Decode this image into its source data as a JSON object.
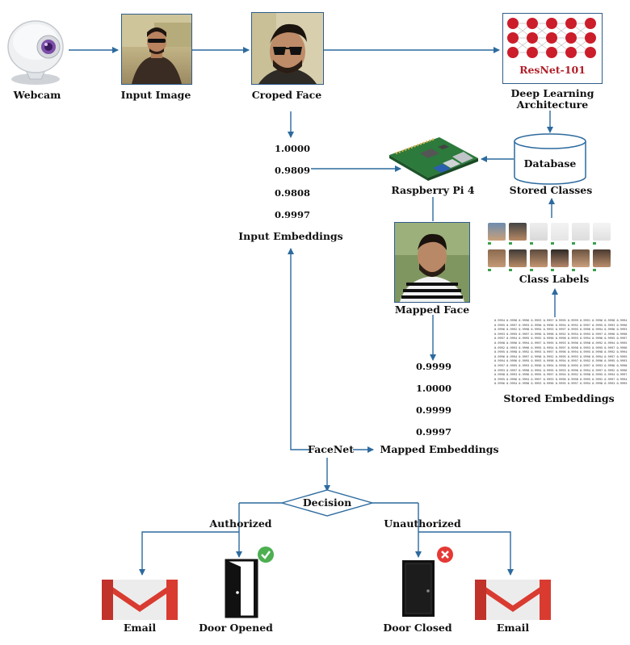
{
  "labels": {
    "webcam": "Webcam",
    "input_image": "Input Image",
    "croped_face": "Croped Face",
    "deep_learning": "Deep Learning",
    "architecture": "Architecture",
    "resnet": "ResNet-101",
    "database": "Database",
    "stored_classes": "Stored Classes",
    "raspberry_pi": "Raspberry Pi 4",
    "input_embeddings": "Input Embeddings",
    "class_labels": "Class Labels",
    "mapped_face": "Mapped Face",
    "stored_embeddings": "Stored Embeddings",
    "facenet": "FaceNet",
    "mapped_embeddings": "Mapped Embeddings",
    "decision": "Decision",
    "authorized": "Authorized",
    "unauthorized": "Unauthorized",
    "email_left": "Email",
    "door_opened": "Door Opened",
    "door_closed": "Door Closed",
    "email_right": "Email"
  },
  "input_embedding_values": [
    "1.0000",
    "0.9809",
    "0.9808",
    "0.9997"
  ],
  "mapped_embedding_values": [
    "0.9999",
    "1.0000",
    "0.9999",
    "0.9997"
  ],
  "colors": {
    "arrow": "#2c6a9e",
    "resnet_node": "#cc1d2b",
    "gmail_red": "#d93b30",
    "check_green": "#4caf50",
    "cross_red": "#e53935"
  }
}
